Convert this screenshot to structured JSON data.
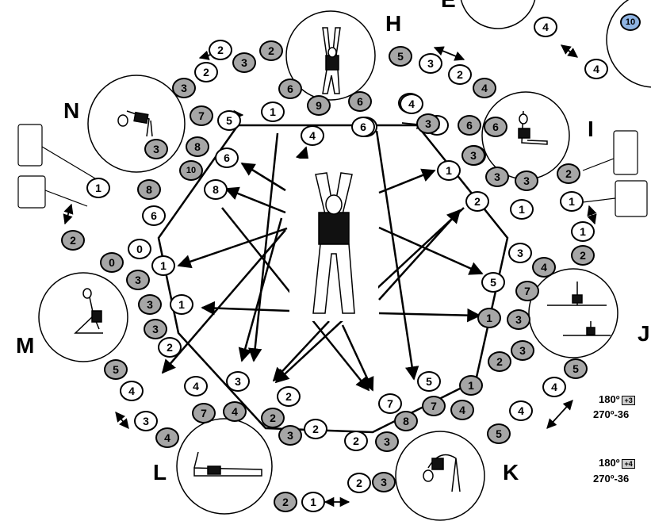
{
  "colors": {
    "white": "#ffffff",
    "grey": "#a6a6a6",
    "blue": "#8fb4e3",
    "line": "#000000"
  },
  "stations": {
    "H": "H",
    "I": "I",
    "J": "J",
    "K": "K",
    "L": "L",
    "M": "M",
    "N": "N",
    "E": "E"
  },
  "side_notes": {
    "n1_angle": "180º",
    "n1_box": "+3",
    "n1_range": "270º-36",
    "n2_angle": "180º",
    "n2_box": "+4",
    "n2_range": "270º-36"
  },
  "nodes": [
    {
      "t": "3",
      "c": "g"
    },
    {
      "t": "2",
      "c": "w"
    },
    {
      "t": "3",
      "c": "g"
    },
    {
      "t": "2",
      "c": "g"
    },
    {
      "t": "6",
      "c": "g"
    },
    {
      "t": "9",
      "c": "g"
    },
    {
      "t": "6",
      "c": "g"
    },
    {
      "t": "1",
      "c": "w"
    },
    {
      "t": "4",
      "c": "w"
    },
    {
      "t": "6",
      "c": "w"
    },
    {
      "t": "4",
      "c": "w"
    },
    {
      "t": "5",
      "c": "g"
    },
    {
      "t": "3",
      "c": "w"
    },
    {
      "t": "2",
      "c": "w"
    },
    {
      "t": "4",
      "c": "g"
    },
    {
      "t": "3",
      "c": "w"
    },
    {
      "t": "6",
      "c": "g"
    },
    {
      "t": "7",
      "c": "g"
    },
    {
      "t": "5",
      "c": "w"
    },
    {
      "t": "8",
      "c": "g"
    },
    {
      "t": "6",
      "c": "w"
    },
    {
      "t": "10",
      "c": "g"
    },
    {
      "t": "8",
      "c": "w"
    },
    {
      "t": "8",
      "c": "g"
    },
    {
      "t": "6",
      "c": "w"
    },
    {
      "t": "0",
      "c": "w"
    },
    {
      "t": "1",
      "c": "w"
    },
    {
      "t": "0",
      "c": "g"
    },
    {
      "t": "3",
      "c": "g"
    },
    {
      "t": "3",
      "c": "g"
    },
    {
      "t": "1",
      "c": "w"
    },
    {
      "t": "3",
      "c": "g"
    },
    {
      "t": "2",
      "c": "w"
    },
    {
      "t": "3",
      "c": "g"
    },
    {
      "t": "2",
      "c": "w"
    },
    {
      "t": "1",
      "c": "w"
    },
    {
      "t": "2",
      "c": "g"
    },
    {
      "t": "5",
      "c": "g"
    },
    {
      "t": "4",
      "c": "w"
    },
    {
      "t": "3",
      "c": "w"
    },
    {
      "t": "4",
      "c": "g"
    },
    {
      "t": "4",
      "c": "w"
    },
    {
      "t": "3",
      "c": "w"
    },
    {
      "t": "7",
      "c": "g"
    },
    {
      "t": "4",
      "c": "g"
    },
    {
      "t": "2",
      "c": "g"
    },
    {
      "t": "2",
      "c": "w"
    },
    {
      "t": "3",
      "c": "g"
    },
    {
      "t": "2",
      "c": "w"
    },
    {
      "t": "2",
      "c": "w"
    },
    {
      "t": "3",
      "c": "g"
    },
    {
      "t": "2",
      "c": "g"
    },
    {
      "t": "1",
      "c": "w"
    },
    {
      "t": "2",
      "c": "w"
    },
    {
      "t": "3",
      "c": "g"
    },
    {
      "t": "7",
      "c": "w"
    },
    {
      "t": "5",
      "c": "w"
    },
    {
      "t": "8",
      "c": "g"
    },
    {
      "t": "7",
      "c": "g"
    },
    {
      "t": "4",
      "c": "g"
    },
    {
      "t": "1",
      "c": "g"
    },
    {
      "t": "5",
      "c": "g"
    },
    {
      "t": "4",
      "c": "w"
    },
    {
      "t": "4",
      "c": "w"
    },
    {
      "t": "5",
      "c": "g"
    },
    {
      "t": "2",
      "c": "g"
    },
    {
      "t": "3",
      "c": "g"
    },
    {
      "t": "1",
      "c": "g"
    },
    {
      "t": "3",
      "c": "g"
    },
    {
      "t": "5",
      "c": "w"
    },
    {
      "t": "7",
      "c": "g"
    },
    {
      "t": "3",
      "c": "w"
    },
    {
      "t": "4",
      "c": "g"
    },
    {
      "t": "2",
      "c": "w"
    },
    {
      "t": "1",
      "c": "w"
    },
    {
      "t": "3",
      "c": "g"
    },
    {
      "t": "3",
      "c": "g"
    },
    {
      "t": "3",
      "c": "g"
    },
    {
      "t": "1",
      "c": "w"
    },
    {
      "t": "2",
      "c": "g"
    },
    {
      "t": "1",
      "c": "w"
    },
    {
      "t": "1",
      "c": "w"
    },
    {
      "t": "2",
      "c": "g"
    },
    {
      "t": "3",
      "c": "g"
    },
    {
      "t": "6",
      "c": "g"
    },
    {
      "t": "3",
      "c": "g"
    },
    {
      "t": "4",
      "c": "w"
    },
    {
      "t": "4",
      "c": "w"
    },
    {
      "t": "4",
      "c": "w"
    },
    {
      "t": "10",
      "c": "b"
    },
    {
      "t": "6",
      "c": "w"
    }
  ]
}
